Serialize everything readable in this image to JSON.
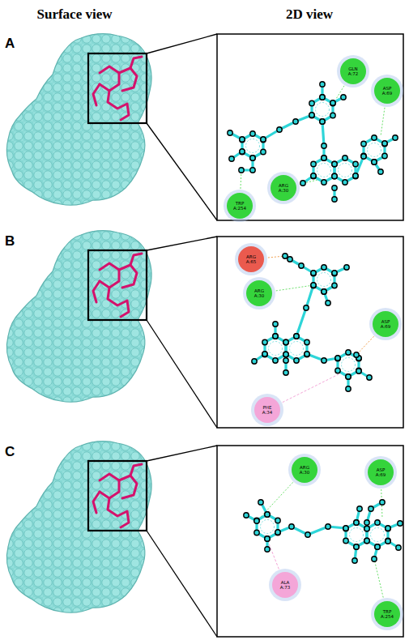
{
  "diagram": {
    "nodes": [
      {
        "text": [
          "GLN A:72"
        ]
      },
      {
        "text": [
          "ASP A:69"
        ]
      },
      {
        "text": [
          "ARG A:30"
        ]
      },
      {
        "text": [
          "TRP A:254"
        ]
      },
      {
        "text": [
          "ARG A:65"
        ]
      },
      {
        "text": [
          "ARG A:30"
        ]
      },
      {
        "text": [
          "ASP A:69"
        ]
      },
      {
        "text": [
          "PHE A:34"
        ]
      },
      {
        "text": [
          "ARG A:30"
        ]
      },
      {
        "text": [
          "ASP A:69"
        ]
      },
      {
        "text": [
          "ALA A:73"
        ]
      },
      {
        "text": [
          "TRP A:254"
        ]
      }
    ],
    "labels": [
      "Surface view",
      "2D view",
      "A",
      "B",
      "C"
    ]
  }
}
